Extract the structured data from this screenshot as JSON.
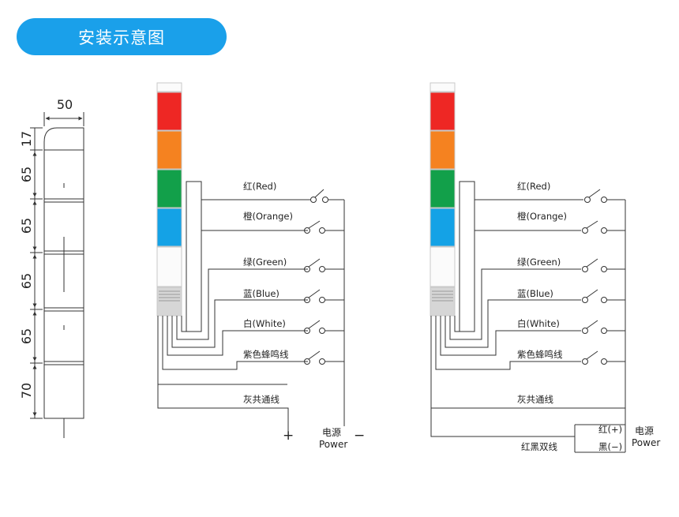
{
  "title": "安装示意图",
  "dimensions": {
    "width": "50",
    "cap": "17",
    "tiers": [
      "65",
      "65",
      "65",
      "65"
    ],
    "base": "70"
  },
  "colors": {
    "red": "#ee2724",
    "orange": "#f58220",
    "green": "#12a04a",
    "blue": "#14a2e6",
    "white": "#fbfbfb",
    "grey": "#d6d6d6",
    "pill": "#1aa0ea"
  },
  "left_diagram": {
    "labels": [
      "红(Red)",
      "橙(Orange)",
      "绿(Green)",
      "蓝(Blue)",
      "白(White)",
      "紫色蜂鸣线"
    ],
    "common": "灰共通线",
    "plus": "+",
    "minus": "−",
    "power_cn": "电源",
    "power_en": "Power"
  },
  "right_diagram": {
    "labels": [
      "红(Red)",
      "橙(Orange)",
      "绿(Green)",
      "蓝(Blue)",
      "白(White)",
      "紫色蜂鸣线"
    ],
    "common": "灰共通线",
    "redblack": "红黑双线",
    "pos": "红(+)",
    "neg": "黑(−)",
    "power_cn": "电源",
    "power_en": "Power"
  }
}
